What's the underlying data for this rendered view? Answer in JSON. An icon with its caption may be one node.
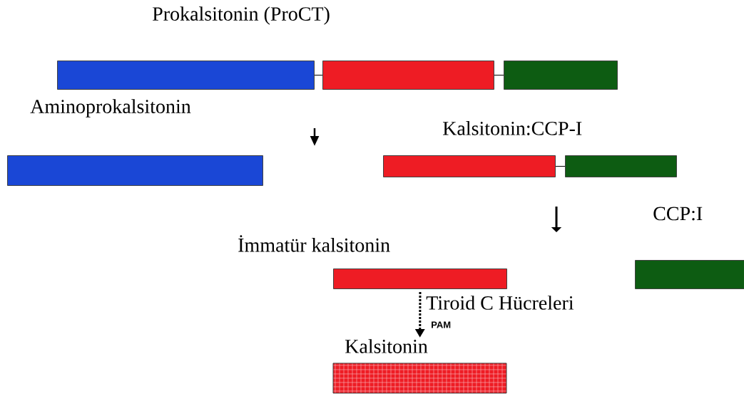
{
  "diagram": {
    "nodes": [
      {
        "text": [],
        "shape": "bar"
      },
      {
        "text": [],
        "shape": "bar"
      },
      {
        "text": [],
        "shape": "bar"
      },
      {
        "text": [],
        "shape": "bar"
      },
      {
        "text": [],
        "shape": "bar"
      },
      {
        "text": [],
        "shape": "bar"
      },
      {
        "text": [],
        "shape": "bar"
      },
      {
        "text": [],
        "shape": "bar"
      },
      {
        "text": [
          "Kalsitonin"
        ]
      }
    ],
    "edges": [
      {
        "from": 0,
        "to": 1,
        "arrow": "none"
      },
      {
        "from": 1,
        "to": 2,
        "arrow": "none"
      },
      {
        "from": 4,
        "to": 5,
        "arrow": "none"
      },
      {
        "from": 6,
        "to": 8,
        "arrow": "to",
        "style": "dashed",
        "label": "PAM"
      }
    ],
    "labels": [
      "Prokalsitonin (ProCT)",
      "Aminoprokalsitonin",
      "Kalsitonin:CCP-I",
      "CCP:I",
      "İmmatür kalsitonin",
      "Tiroid C Hücreleri"
    ]
  }
}
